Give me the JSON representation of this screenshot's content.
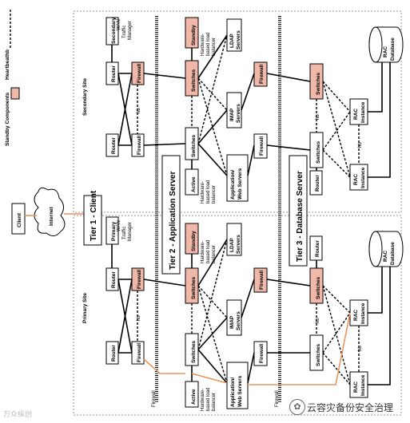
{
  "legend": {
    "heartbeat_label": "Heartbeat",
    "hb_label": "hb",
    "standby_label": "Standby Components"
  },
  "sites": {
    "primary": "Primary Site",
    "secondary": "Secondary Site"
  },
  "tiers": {
    "tier1": "Tier 1 - Client",
    "tier2": "Tier 2 - Application Server",
    "tier3": "Tier 3 - Database Server"
  },
  "labels": {
    "client": "Client",
    "internet": "Internet",
    "router": "Router",
    "firewall": "Firewall",
    "primary": "Primary",
    "secondary": "Secondary",
    "wan_tm": [
      "WAN",
      "Traffic",
      "Manager"
    ],
    "active": "Active",
    "standby": "Standby",
    "switches": "Switches",
    "hw_lb": [
      "Hardware-",
      "based load",
      "balancer"
    ],
    "imap": [
      "IMAP",
      "Servers"
    ],
    "ldap": [
      "LDAP",
      "Servers"
    ],
    "app_web": [
      "Application/",
      "Web Servers"
    ],
    "rac_instance": [
      "RAC",
      "Instance"
    ],
    "rac_db": [
      "RAC",
      "Database"
    ],
    "hb": "hb"
  },
  "watermark": "云容灾备份安全治理",
  "corner": "万众纵创",
  "colors": {
    "standby": "#f0b8a8",
    "orange_link": "#e9955c"
  }
}
